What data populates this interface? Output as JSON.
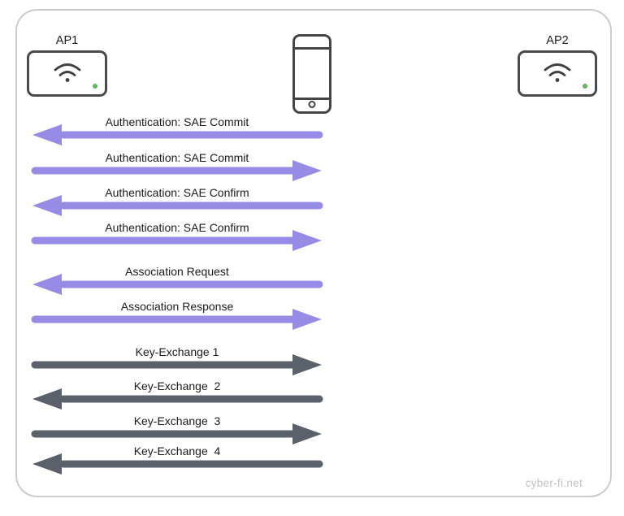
{
  "devices": {
    "ap1": {
      "label": "AP1",
      "status_led": "on"
    },
    "ap2": {
      "label": "AP2",
      "status_led": "on"
    },
    "phone": {
      "icon": "smartphone-icon"
    }
  },
  "colors": {
    "arrow_purple": "#968ce5",
    "arrow_gray": "#5b616b",
    "device_outline": "#4a4a4a",
    "frame_border": "#cbcbcb",
    "led_green": "#5cb85c",
    "message_text": "#1a1a1a",
    "watermark_text": "#c2c2c2"
  },
  "watermark": "cyber-fi.net",
  "messages": [
    {
      "label": "Authentication: SAE Commit",
      "direction": "left",
      "color": "purple"
    },
    {
      "label": "Authentication: SAE Commit",
      "direction": "right",
      "color": "purple"
    },
    {
      "label": "Authentication: SAE Confirm",
      "direction": "left",
      "color": "purple"
    },
    {
      "label": "Authentication: SAE Confirm",
      "direction": "right",
      "color": "purple"
    },
    {
      "label": "Association Request",
      "direction": "left",
      "color": "purple"
    },
    {
      "label": "Association Response",
      "direction": "right",
      "color": "purple"
    },
    {
      "label": "Key-Exchange 1",
      "direction": "right",
      "color": "gray"
    },
    {
      "label": "Key-Exchange  2",
      "direction": "left",
      "color": "gray"
    },
    {
      "label": "Key-Exchange  3",
      "direction": "right",
      "color": "gray"
    },
    {
      "label": "Key-Exchange  4",
      "direction": "left",
      "color": "gray"
    }
  ]
}
